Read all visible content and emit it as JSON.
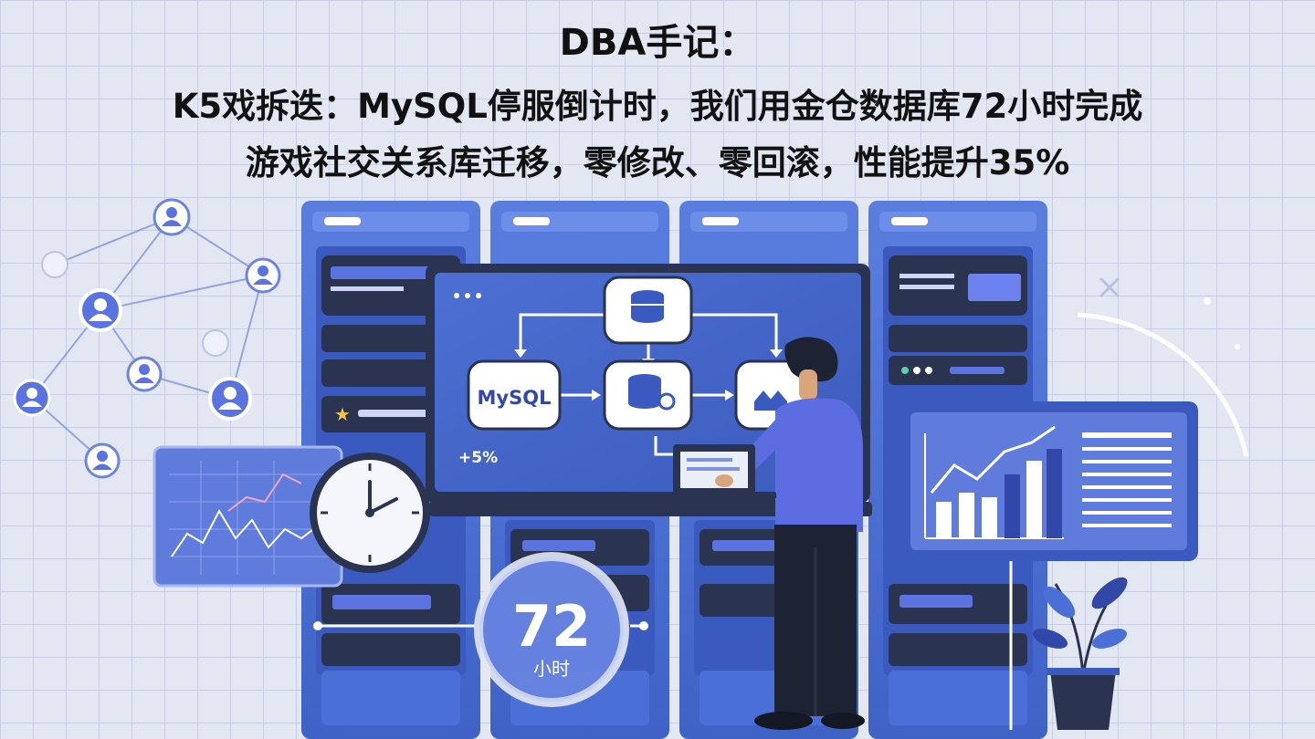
{
  "title": {
    "line1": "DBA手记：",
    "line2": "K5戏拆迭：MySQL停服倒计时，我们用金仓数据库72小时完成",
    "line3": "游戏社交关系库迁移，零修改、零回滚，性能提升35%"
  },
  "flow": {
    "source_label": "MySQL",
    "gain_label": "+5%"
  },
  "timer": {
    "hours_value": "72",
    "hours_unit": "小时"
  },
  "colors": {
    "background": "#e3e7f2",
    "rack_blue": "#4a6fd6",
    "rack_dark": "#2a3350",
    "accent": "#5b73e0",
    "text": "#111111"
  },
  "icons": [
    "user-icon",
    "database-icon",
    "clock-icon",
    "chart-icon",
    "plant-icon",
    "gear-icon"
  ]
}
